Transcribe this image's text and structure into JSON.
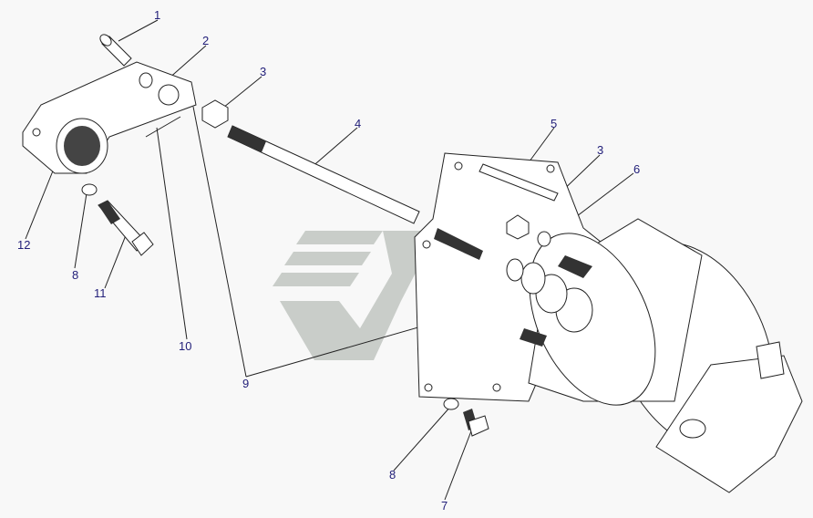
{
  "callouts": [
    "1",
    "2",
    "3",
    "4",
    "5",
    "3",
    "6",
    "12",
    "8",
    "11",
    "10",
    "9",
    "8",
    "7"
  ],
  "colors": {
    "label": "#23207a",
    "watermark": "#c8ccc8",
    "background": "#f8f8f8"
  }
}
